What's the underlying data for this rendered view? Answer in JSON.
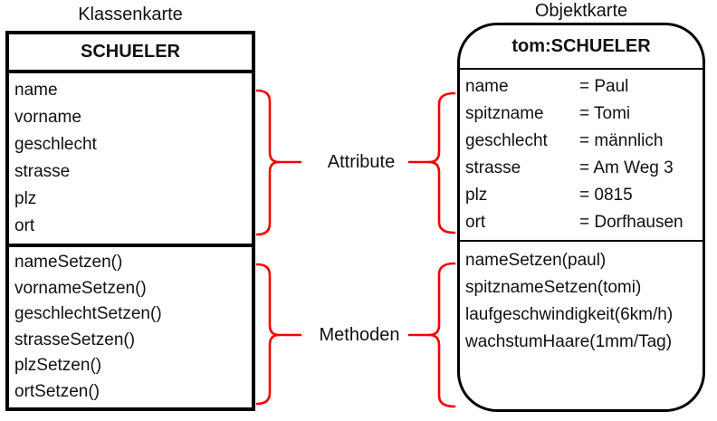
{
  "class_card": {
    "title": "Klassenkarte",
    "header": "SCHUELER",
    "attributes": [
      "name",
      "vorname",
      "geschlecht",
      "strasse",
      "plz",
      "ort"
    ],
    "methods": [
      "nameSetzen()",
      "vornameSetzen()",
      "geschlechtSetzen()",
      "strasseSetzen()",
      "plzSetzen()",
      "ortSetzen()"
    ]
  },
  "object_card": {
    "title": "Objektkarte",
    "header": "tom:SCHUELER",
    "attributes": [
      {
        "name": "name",
        "value": "= Paul"
      },
      {
        "name": "spitzname",
        "value": "= Tomi"
      },
      {
        "name": "geschlecht",
        "value": "= männlich"
      },
      {
        "name": "strasse",
        "value": "= Am Weg 3"
      },
      {
        "name": "plz",
        "value": "= 0815"
      },
      {
        "name": "ort",
        "value": "= Dorfhausen"
      }
    ],
    "methods": [
      "nameSetzen(paul)",
      "spitznameSetzen(tomi)",
      "laufgeschwindigkeit(6km/h)",
      "wachstumHaare(1mm/Tag)"
    ]
  },
  "annotations": {
    "attributes_label": "Attribute",
    "methods_label": "Methoden"
  },
  "colors": {
    "brace_red": "#f70000",
    "border_black": "#000000",
    "text": "#111111",
    "background": "#ffffff"
  }
}
